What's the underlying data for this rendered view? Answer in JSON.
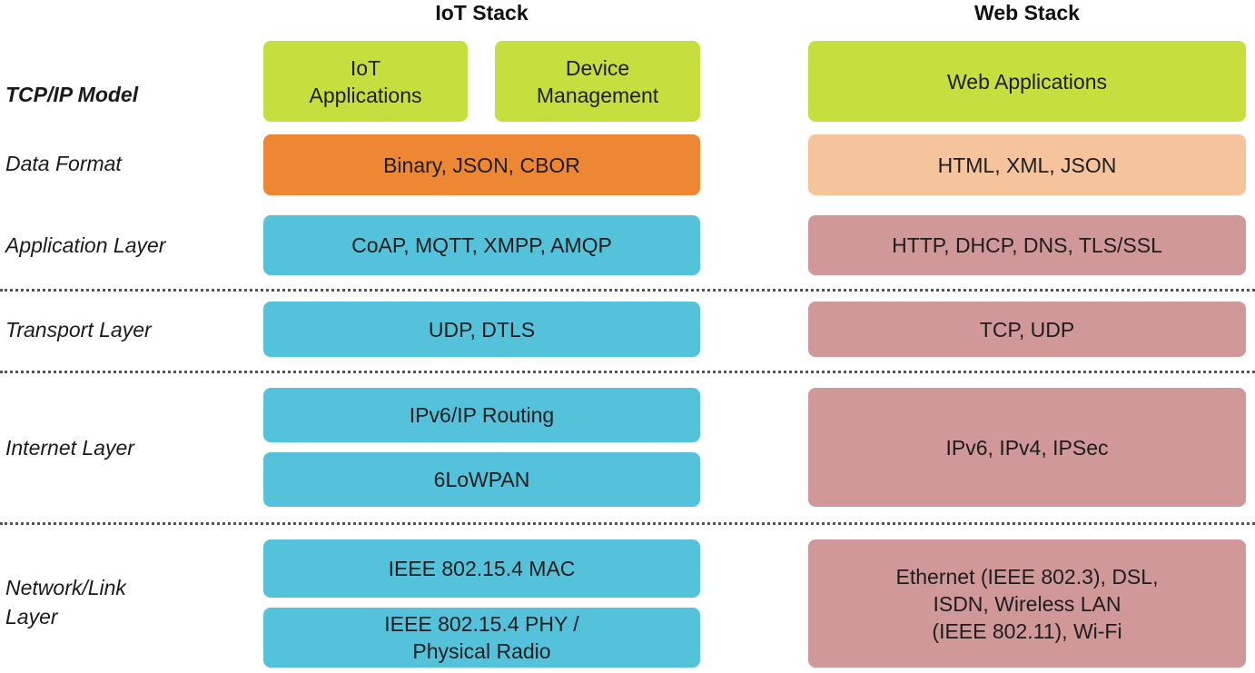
{
  "headers": {
    "iot": "IoT Stack",
    "web": "Web Stack"
  },
  "layers": {
    "tcpip": "TCP/IP Model",
    "data_format": "Data Format",
    "application": "Application Layer",
    "transport": "Transport Layer",
    "internet": "Internet Layer",
    "network_link": "Network/Link\nLayer"
  },
  "iot": {
    "iot_applications": "IoT\nApplications",
    "device_management": "Device\nManagement",
    "data_format": "Binary, JSON, CBOR",
    "application": "CoAP, MQTT, XMPP, AMQP",
    "transport": "UDP, DTLS",
    "routing": "IPv6/IP Routing",
    "lowpan": "6LoWPAN",
    "mac": "IEEE 802.15.4 MAC",
    "phy": "IEEE 802.15.4 PHY /\nPhysical Radio"
  },
  "web": {
    "applications": "Web Applications",
    "data_format": "HTML, XML, JSON",
    "application": "HTTP, DHCP, DNS, TLS/SSL",
    "transport": "TCP, UDP",
    "internet": "IPv6, IPv4, IPSec",
    "network_link": "Ethernet (IEEE 802.3), DSL,\nISDN, Wireless LAN\n(IEEE 802.11), Wi-Fi"
  },
  "colors": {
    "application_green": "#c6df3f",
    "iot_data_format": "#ee8734",
    "web_data_format": "#f6c49c",
    "iot_protocol": "#55c2db",
    "web_protocol": "#d09898"
  }
}
